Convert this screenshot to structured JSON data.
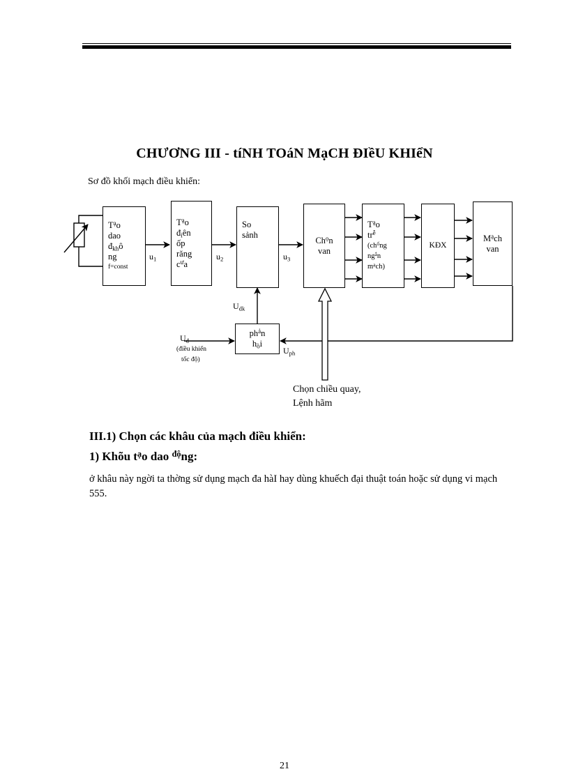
{
  "document": {
    "title": "CHƯƠNG III - tíNH TOáN MạCH ĐIềU KHIểN",
    "caption": "Sơ đồ khối mạch điều khiển:",
    "page_number": "21"
  },
  "diagram": {
    "blocks": {
      "tao_dao_dong": {
        "line1": "Tạo",
        "line2": "dao",
        "line3": "đkhô",
        "line4": "ng",
        "line5": "f=const"
      },
      "tao_dien_ap_rang_cua": {
        "line1": "Tạo",
        "line2": "điên",
        "line3": "ốp",
        "line4": "răng",
        "line5": "cưa"
      },
      "so_sanh": {
        "line1": "So",
        "line2": "sảnh"
      },
      "chon_van": {
        "line1": "Chọn",
        "line2": "van"
      },
      "tao_tre": {
        "line1": "Tạo",
        "line2": "trễ",
        "line3": "(chống",
        "line4": "ngắn",
        "line5": "mạch)"
      },
      "kdx": {
        "line1": "KĐX"
      },
      "mach_van": {
        "line1": "Mạch",
        "line2": "van"
      },
      "phan_hoi": {
        "line1": "phản",
        "line2": "hồi"
      }
    },
    "signals": {
      "u1": "u1",
      "u2": "u2",
      "u3": "u3",
      "udk": "Udk",
      "ud": "Uđ",
      "ud_note": "(điều khiển",
      "ud_note2": "tốc độ)",
      "uph": "Uph"
    },
    "annotations": {
      "direction_line1": "Chọn chiều quay,",
      "direction_line2": "Lệnh hãm"
    }
  },
  "sections": {
    "heading_1": "III.1) Chọn các khâu của mạch điều khiển:",
    "heading_2": "1) Khõu tạo dao động:",
    "paragraph": "ở khâu này ngời   ta thờng   sử dụng mạch đa hàI hay dùng khuếch đại thuật toán hoặc sử dụng vi mạch 555."
  }
}
